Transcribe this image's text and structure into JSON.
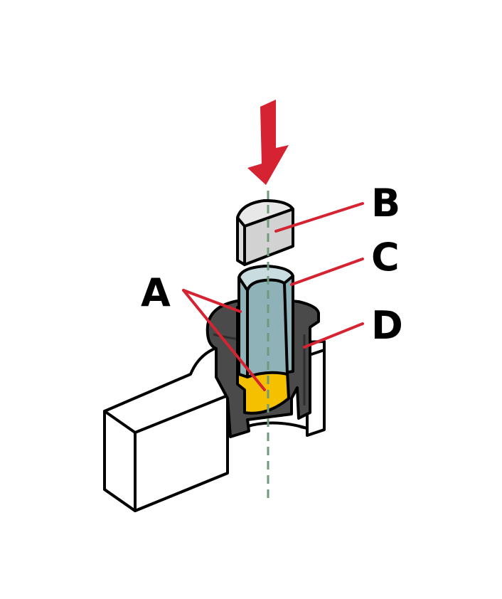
{
  "labels": {
    "a": "A",
    "b": "B",
    "c": "C",
    "d": "D"
  },
  "colors": {
    "arrow": "#d62332",
    "leader_lines": "#d62332",
    "plug_b": "#dcdcdc",
    "tube_c": "#8fb2b9",
    "housing_d": "#4a4a4a",
    "insert_a": "#f5c000",
    "base": "#ffffff",
    "axis": "#6d9b7c"
  },
  "icons": {
    "press_arrow": "down-arrow-icon"
  }
}
